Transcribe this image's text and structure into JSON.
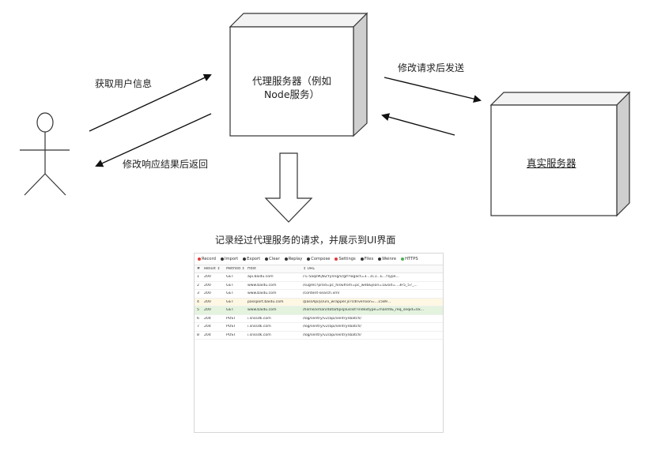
{
  "labels": {
    "proxy_server": "代理服务器（例如\nNode服务）",
    "real_server": "真实服务器",
    "get_user_info": "获取用户信息",
    "modify_response": "修改响应结果后返回",
    "modify_request": "修改请求后发送",
    "record_caption": "记录经过代理服务的请求，并展示到UI界面"
  },
  "ui": {
    "toolbar": [
      {
        "icon": "record-icon",
        "label": "Record",
        "color": "#e23b3b"
      },
      {
        "icon": "import-icon",
        "label": "Import",
        "color": "#333333"
      },
      {
        "icon": "export-icon",
        "label": "Export",
        "color": "#333333"
      },
      {
        "icon": "clear-icon",
        "label": "Clear",
        "color": "#333333"
      },
      {
        "icon": "replay-icon",
        "label": "Replay",
        "color": "#333333"
      },
      {
        "icon": "compose-icon",
        "label": "Compose",
        "color": "#333333"
      },
      {
        "icon": "settings-icon",
        "label": "Settings",
        "color": "#e23b3b"
      },
      {
        "icon": "files-icon",
        "label": "Files",
        "color": "#333333"
      },
      {
        "icon": "weinre-icon",
        "label": "Weinre",
        "color": "#333333"
      },
      {
        "icon": "https-icon",
        "label": "HTTPS",
        "color": "#4caf50"
      }
    ],
    "columns": [
      "#",
      "Result ↕",
      "Method ↕",
      "Host",
      "↕ URL"
    ],
    "rows": [
      {
        "num": "1",
        "result": "200",
        "method": "GET",
        "host": "api.baidu.com",
        "url": "/-L-5aqs9Q8ZYynng/v/gif?logact=3...1C1...E...fType...",
        "bg": "#ffffff"
      },
      {
        "num": "2",
        "result": "200",
        "method": "GET",
        "host": "www.baidu.com",
        "url": "/sugrec?prod=pc_his&from=pc_web&json=1&sid=...3F5_57_...",
        "bg": "#ffffff"
      },
      {
        "num": "3",
        "result": "200",
        "method": "GET",
        "host": "www.baidu.com",
        "url": "/content-search.xml",
        "bg": "#ffffff"
      },
      {
        "num": "4",
        "result": "200",
        "method": "GET",
        "host": "passport.baidu.com",
        "url": "/passApi/js/uni_wrapper.js?cdnversion=...1589...",
        "bg": "#fdf7e3"
      },
      {
        "num": "5",
        "result": "200",
        "method": "GET",
        "host": "www.baidu.com",
        "url": "/home/xman/data/tipspluslist?indextype=manht&_req_seqid=0x...",
        "bg": "#e3f3de"
      },
      {
        "num": "6",
        "result": "204",
        "method": "POST",
        "host": "i.snssdk.com",
        "url": "/log/sentry/v2/api/sentrynbatch/",
        "bg": "#ffffff"
      },
      {
        "num": "7",
        "result": "204",
        "method": "POST",
        "host": "i.snssdk.com",
        "url": "/log/sentry/v2/api/sentrynbatch/",
        "bg": "#ffffff"
      },
      {
        "num": "8",
        "result": "204",
        "method": "POST",
        "host": "i.snssdk.com",
        "url": "/log/sentry/v2/api/sentrynbatch/",
        "bg": "#ffffff"
      }
    ]
  }
}
